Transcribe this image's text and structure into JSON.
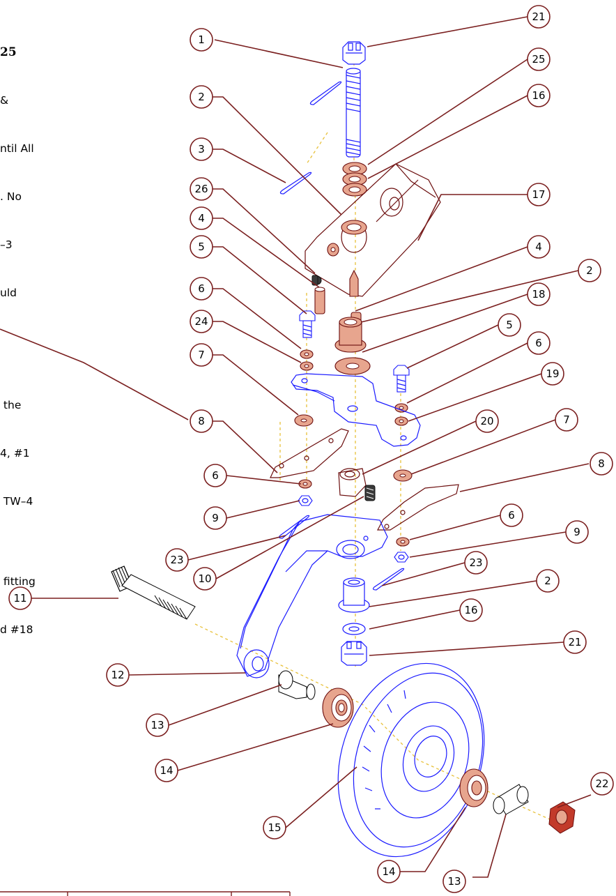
{
  "notes": {
    "title": "25",
    "lines": [
      "&",
      "ntil All",
      ". No",
      "–3",
      "uld",
      "",
      "",
      " the",
      "4, #1",
      " TW–4",
      "",
      " fitting",
      "d #18"
    ]
  },
  "callouts": [
    "1",
    "2",
    "3",
    "26",
    "4",
    "5",
    "6",
    "24",
    "7",
    "8",
    "6",
    "9",
    "23",
    "10",
    "11",
    "12",
    "13",
    "14",
    "15",
    "21",
    "25",
    "16",
    "17",
    "4",
    "2",
    "18",
    "5",
    "6",
    "19",
    "20",
    "7",
    "8",
    "6",
    "9",
    "23",
    "2",
    "16",
    "21",
    "22",
    "14",
    "13"
  ],
  "colors": {
    "leader": "#7a1f1f",
    "part_outline": "#1a1aff",
    "washer": "#e7a58e",
    "centerline": "#e8c13a"
  }
}
